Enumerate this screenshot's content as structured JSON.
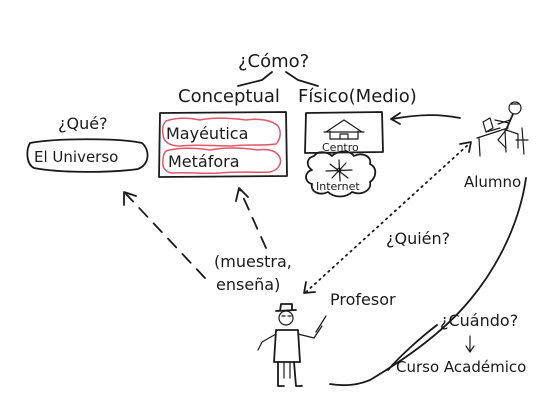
{
  "labels": {
    "como": "¿Cómo?",
    "conceptual": "Conceptual",
    "fisico": "Físico(Medio)",
    "que": "¿Qué?",
    "universo": "El Universo",
    "mayeutica": "Mayéutica",
    "metafora": "Metáfora",
    "centro": "Centro",
    "internet": "Internet",
    "alumno": "Alumno",
    "quien": "¿Quién?",
    "muestra": "(muestra,",
    "ensena": "enseña)",
    "profesor": "Profesor",
    "cuando": "¿Cuándo?",
    "curso": "Curso Académico"
  },
  "colors": {
    "ink": "#1a1a1a",
    "highlight": "#e0576a"
  }
}
